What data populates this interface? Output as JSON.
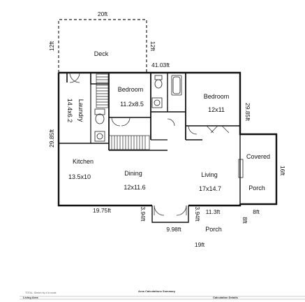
{
  "rooms": {
    "deck": "Deck",
    "bedroom1": "Bedroom",
    "bedroom1_size": "11.2x8.5",
    "bedroom2": "Bedroom",
    "bedroom2_size": "12x11",
    "laundry": "Laundry",
    "laundry_size": "14.4x6.2",
    "kitchen": "Kitchen",
    "kitchen_size": "13.5x10",
    "dining": "Dining",
    "dining_size": "12x11.6",
    "living": "Living",
    "living_size": "17x14.7",
    "covered": "Covered",
    "covered_porch": "Porch",
    "porch": "Porch",
    "porch_size": "9.98ft"
  },
  "dimensions": {
    "deck_width": "20ft",
    "deck_depth_left": "12ft",
    "deck_depth_right": "12ft",
    "top_width": "41.03ft",
    "left_height": "29.85ft",
    "right_height": "29.85ft",
    "covered_height": "16ft",
    "bottom_left": "19.75ft",
    "porch_left_depth": "3.94ft",
    "porch_right_depth": "3.94ft",
    "porch_right_width": "11.3ft",
    "covered_width": "8ft",
    "covered_bottom": "8ft",
    "total_bottom": "19ft"
  },
  "footer": {
    "note": "TOTAL: Sketch by a la mode",
    "title": "Area Calculations Summary",
    "living_area": "Living Area",
    "calc_details": "Calculation Details"
  }
}
